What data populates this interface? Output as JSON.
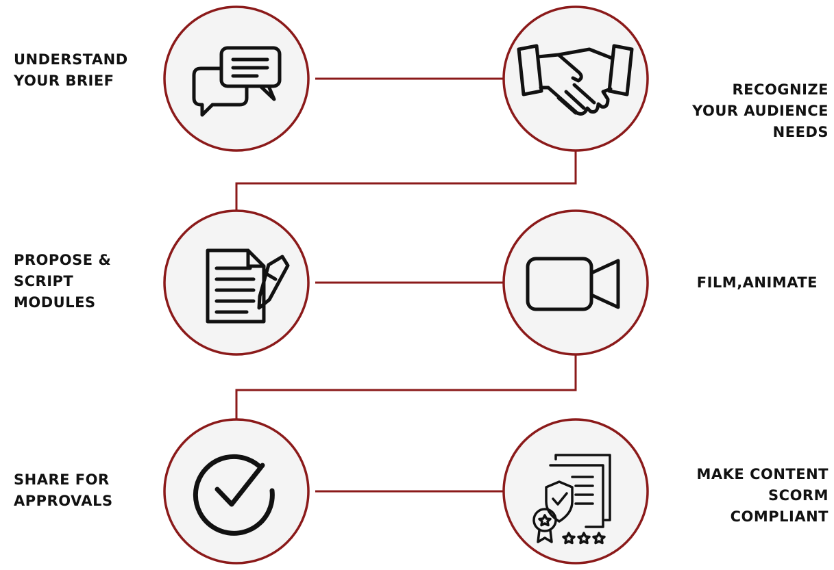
{
  "steps": [
    {
      "label_lines": [
        "UNDERSTAND",
        "YOUR BRIEF"
      ],
      "icon": "chat-bubbles-icon"
    },
    {
      "label_lines": [
        "RECOGNIZE",
        "YOUR AUDIENCE",
        "NEEDS"
      ],
      "icon": "handshake-icon"
    },
    {
      "label_lines": [
        "PROPOSE &",
        "SCRIPT",
        "MODULES"
      ],
      "icon": "document-pen-icon"
    },
    {
      "label_lines": [
        "FILM,ANIMATE"
      ],
      "icon": "video-camera-icon"
    },
    {
      "label_lines": [
        "SHARE FOR",
        "APPROVALS"
      ],
      "icon": "checkmark-circle-icon"
    },
    {
      "label_lines": [
        "MAKE CONTENT",
        "SCORM",
        "COMPLIANT"
      ],
      "icon": "certificate-badge-icon"
    }
  ],
  "colors": {
    "accent": "#8b1a1a",
    "circle_fill": "#f4f4f4",
    "icon": "#111111",
    "text": "#111111"
  }
}
